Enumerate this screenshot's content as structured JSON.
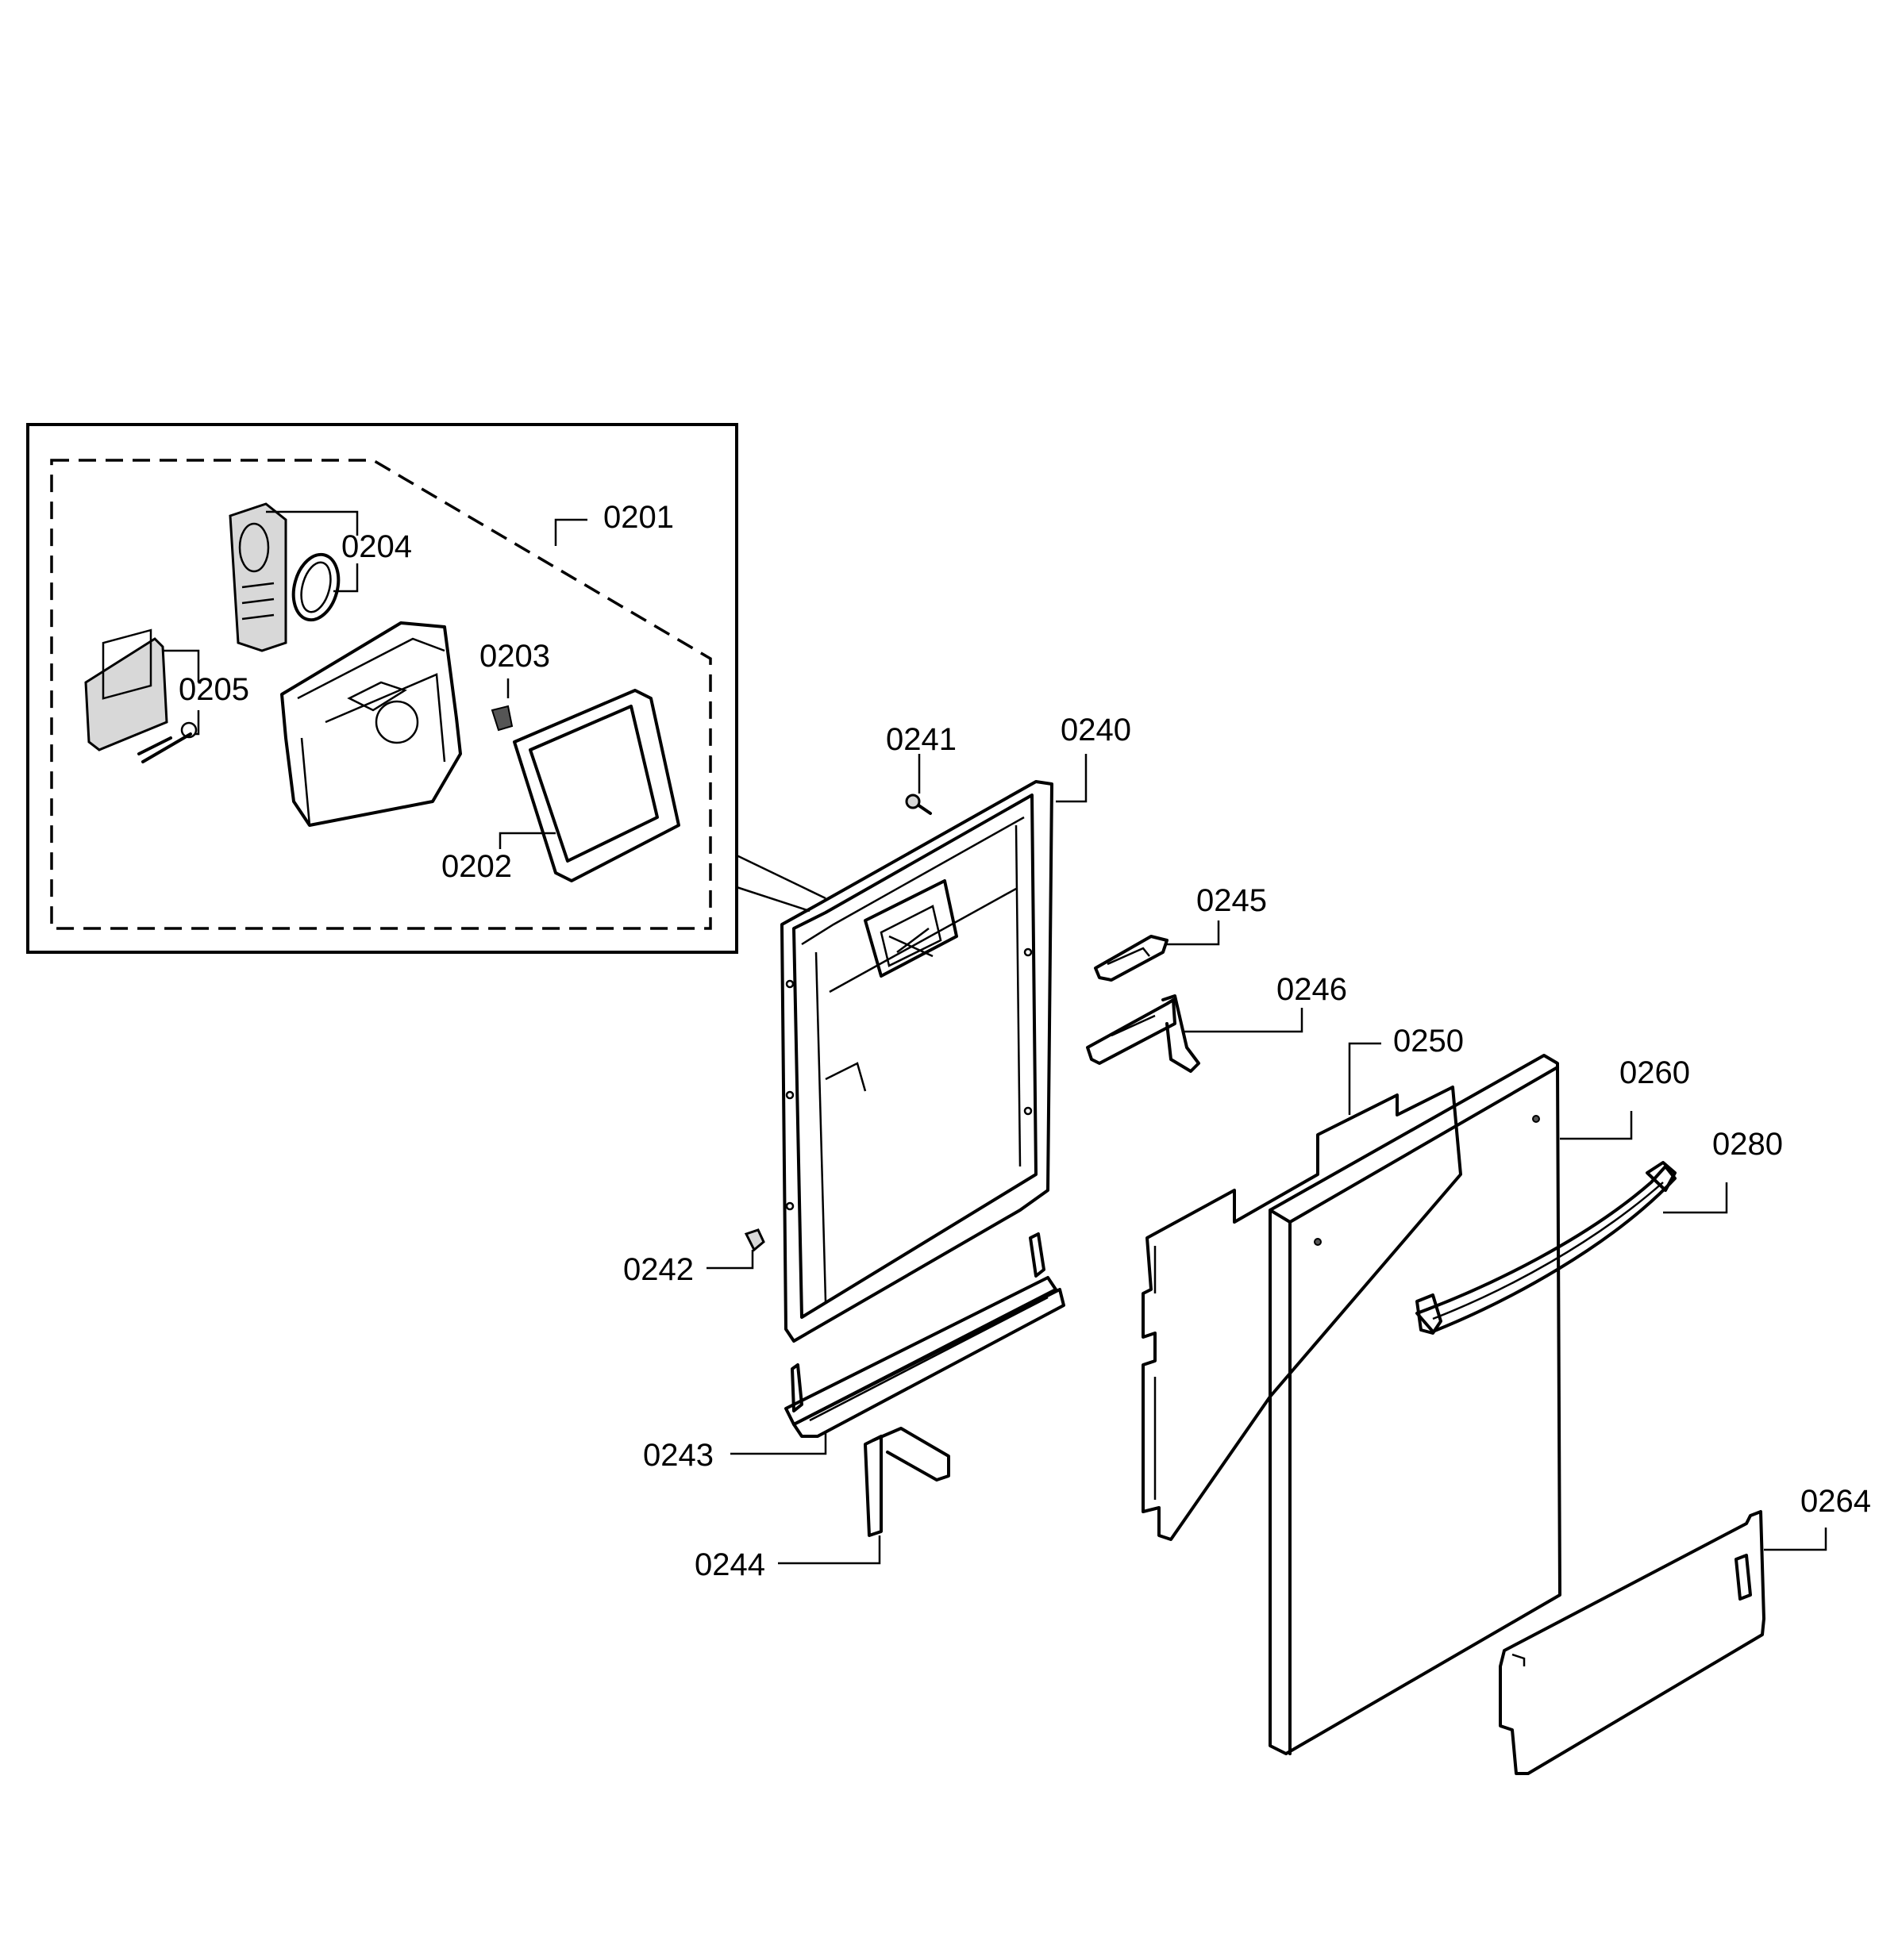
{
  "diagram": {
    "labels": {
      "p0201": "0201",
      "p0202": "0202",
      "p0203": "0203",
      "p0204": "0204",
      "p0205": "0205",
      "p0240": "0240",
      "p0241": "0241",
      "p0242": "0242",
      "p0243": "0243",
      "p0244": "0244",
      "p0245": "0245",
      "p0246": "0246",
      "p0250": "0250",
      "p0260": "0260",
      "p0264": "0264",
      "p0280": "0280"
    }
  }
}
